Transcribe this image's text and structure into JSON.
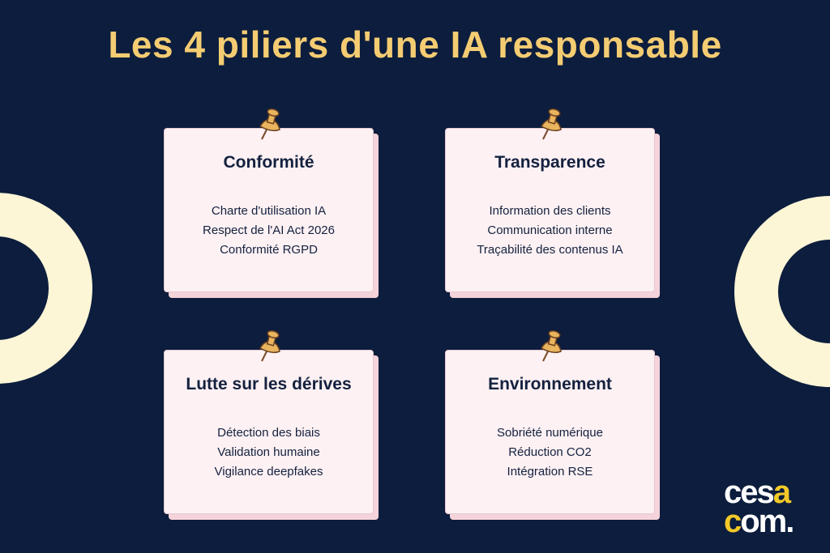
{
  "title": "Les 4 piliers d'une IA responsable",
  "colors": {
    "background": "#0c1d3d",
    "title": "#f4cc72",
    "card": "#fdf1f3",
    "ring": "#fcf5d6",
    "logo_accent": "#f3c928"
  },
  "cards": [
    {
      "title": "Conformité",
      "items": [
        "Charte d'utilisation IA",
        "Respect de l'AI Act 2026",
        "Conformité RGPD"
      ]
    },
    {
      "title": "Transparence",
      "items": [
        "Information des clients",
        "Communication interne",
        "Traçabilité des contenus IA"
      ]
    },
    {
      "title": "Lutte sur les dérives",
      "items": [
        "Détection des biais",
        "Validation humaine",
        "Vigilance deepfakes"
      ]
    },
    {
      "title": "Environnement",
      "items": [
        "Sobriété numérique",
        "Réduction CO2",
        "Intégration RSE"
      ]
    }
  ],
  "logo": {
    "line1a": "ces",
    "line1b": "a",
    "line2a": "c",
    "line2b": "om."
  }
}
